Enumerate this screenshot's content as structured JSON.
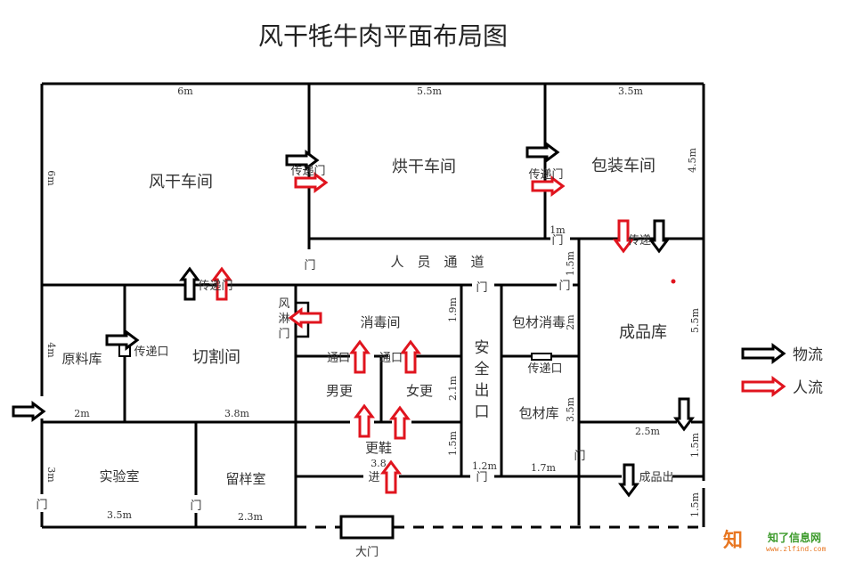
{
  "title": "风干牦牛肉平面布局图",
  "rooms": {
    "fenggan": "风干车间",
    "honggan": "烘干车间",
    "baozhuang": "包装车间",
    "yuanliao": "原料库",
    "qiege": "切割间",
    "xiaodu": "消毒间",
    "nangeng": "男更",
    "nvgeng": "女更",
    "genxie": "更鞋",
    "baocai_xiaodu": "包材消毒",
    "baocaiku": "包材库",
    "chengpinku": "成品库",
    "shiyan": "实验室",
    "liuyang": "留样室",
    "anquan": [
      "安",
      "全",
      "出",
      "口"
    ],
    "corridor": "人　员　通　道"
  },
  "labels": {
    "chuandimen": "传递门",
    "chuandikou": "传递口",
    "chuandi": "传递",
    "men": "门",
    "fenglin": [
      "风",
      "淋",
      "门"
    ],
    "tongkou": "通口",
    "jin": "进",
    "chengpinchu": "成品出",
    "damen": "大门"
  },
  "dimensions": {
    "d6m_top": "6m",
    "d55_top": "5.5m",
    "d35_top": "3.5m",
    "d45": "4.5m",
    "d6m_left": "6m",
    "d1m": "1m",
    "d15a": "1.5m",
    "d19": "1.9m",
    "d21": "2.1m",
    "d15b": "1.5m",
    "d38_shoe": "3.8",
    "d12": "1.2m",
    "d17": "1.7m",
    "d2m_pack": "2m",
    "d35_pack": "3.5m",
    "d55_right": "5.5m",
    "d25": "2.5m",
    "d15c": "1.5m",
    "d15d": "1.5m",
    "d4m": "4m",
    "d2m": "2m",
    "d38": "3.8m",
    "d3m": "3m",
    "d35": "3.5m",
    "d23": "2.3m"
  },
  "legend": [
    {
      "label": "物流",
      "color": "#000000"
    },
    {
      "label": "人流",
      "color": "#e0141e"
    }
  ],
  "watermark": {
    "text": "知了信息网",
    "url_text": "www.zlfind.com"
  },
  "colors": {
    "material_flow": "#000000",
    "people_flow": "#e0141e",
    "wall": "#000000"
  }
}
